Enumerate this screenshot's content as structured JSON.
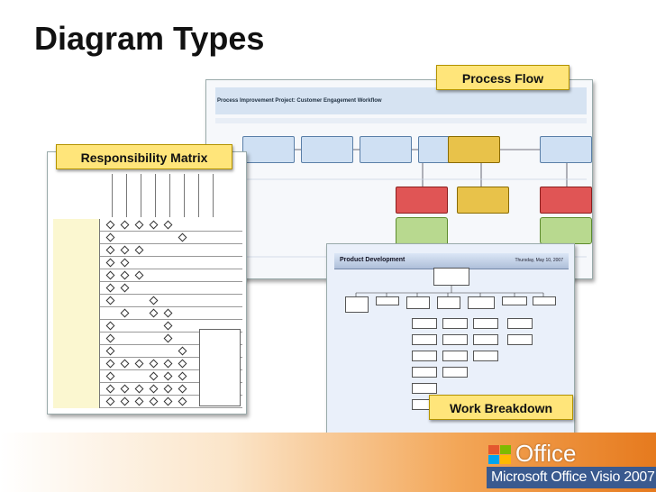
{
  "slide": {
    "title": "Diagram Types"
  },
  "callouts": {
    "process_flow": "Process Flow",
    "responsibility_matrix": "Responsibility Matrix",
    "work_breakdown": "Work Breakdown"
  },
  "thumbnails": {
    "process_flow_title": "Process Improvement Project: Customer Engagement Workflow",
    "wbs_title": "Product Development",
    "wbs_date": "Thursday, May 10, 2007"
  },
  "branding": {
    "office_word": "Office",
    "product_name": "Microsoft Office Visio 2007",
    "logo_colors": [
      "#e4572e",
      "#7fba00",
      "#00a4ef",
      "#ffb900"
    ]
  }
}
